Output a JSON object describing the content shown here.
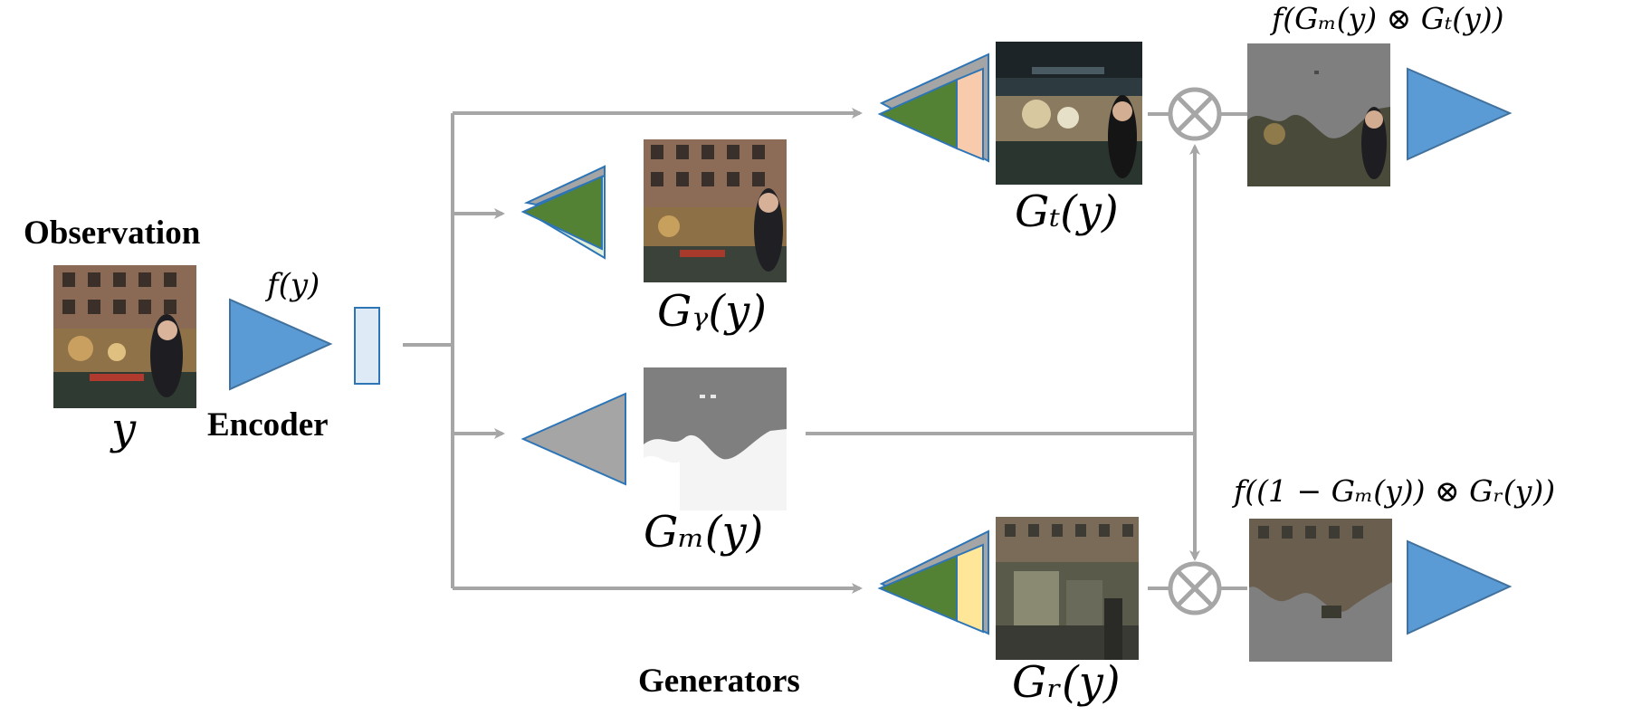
{
  "labels": {
    "observation": "Observation",
    "encoder": "Encoder",
    "generators": "Generators",
    "y": "y",
    "f_y": "f(y)",
    "g_y": "Gᵧ(y)",
    "g_m": "Gₘ(y)",
    "g_t": "Gₜ(y)",
    "g_r": "Gᵣ(y)",
    "f_top": "f(Gₘ(y) ⊗ Gₜ(y))",
    "f_bottom": "f((1 − Gₘ(y)) ⊗ Gᵣ(y))"
  },
  "colors": {
    "encoder_blue": "#5b9bd5",
    "generator_green": "#548235",
    "arrow_gray": "#a6a6a6",
    "feature_box": "#deebf7",
    "layer_gy": "#e2efda",
    "layer_gt": "#f8cbad",
    "layer_gr": "#ffe699",
    "mask_triangle": "#a5a5a5"
  },
  "images": [
    {
      "name": "observation-image",
      "kind": "street photo"
    },
    {
      "name": "gy-image",
      "kind": "reconstructed photo"
    },
    {
      "name": "gm-mask-image",
      "kind": "grayscale mask"
    },
    {
      "name": "gt-image",
      "kind": "transmission layer"
    },
    {
      "name": "gr-image",
      "kind": "reflection layer"
    },
    {
      "name": "f-top-image",
      "kind": "masked transmission"
    },
    {
      "name": "f-bottom-image",
      "kind": "masked reflection"
    }
  ]
}
